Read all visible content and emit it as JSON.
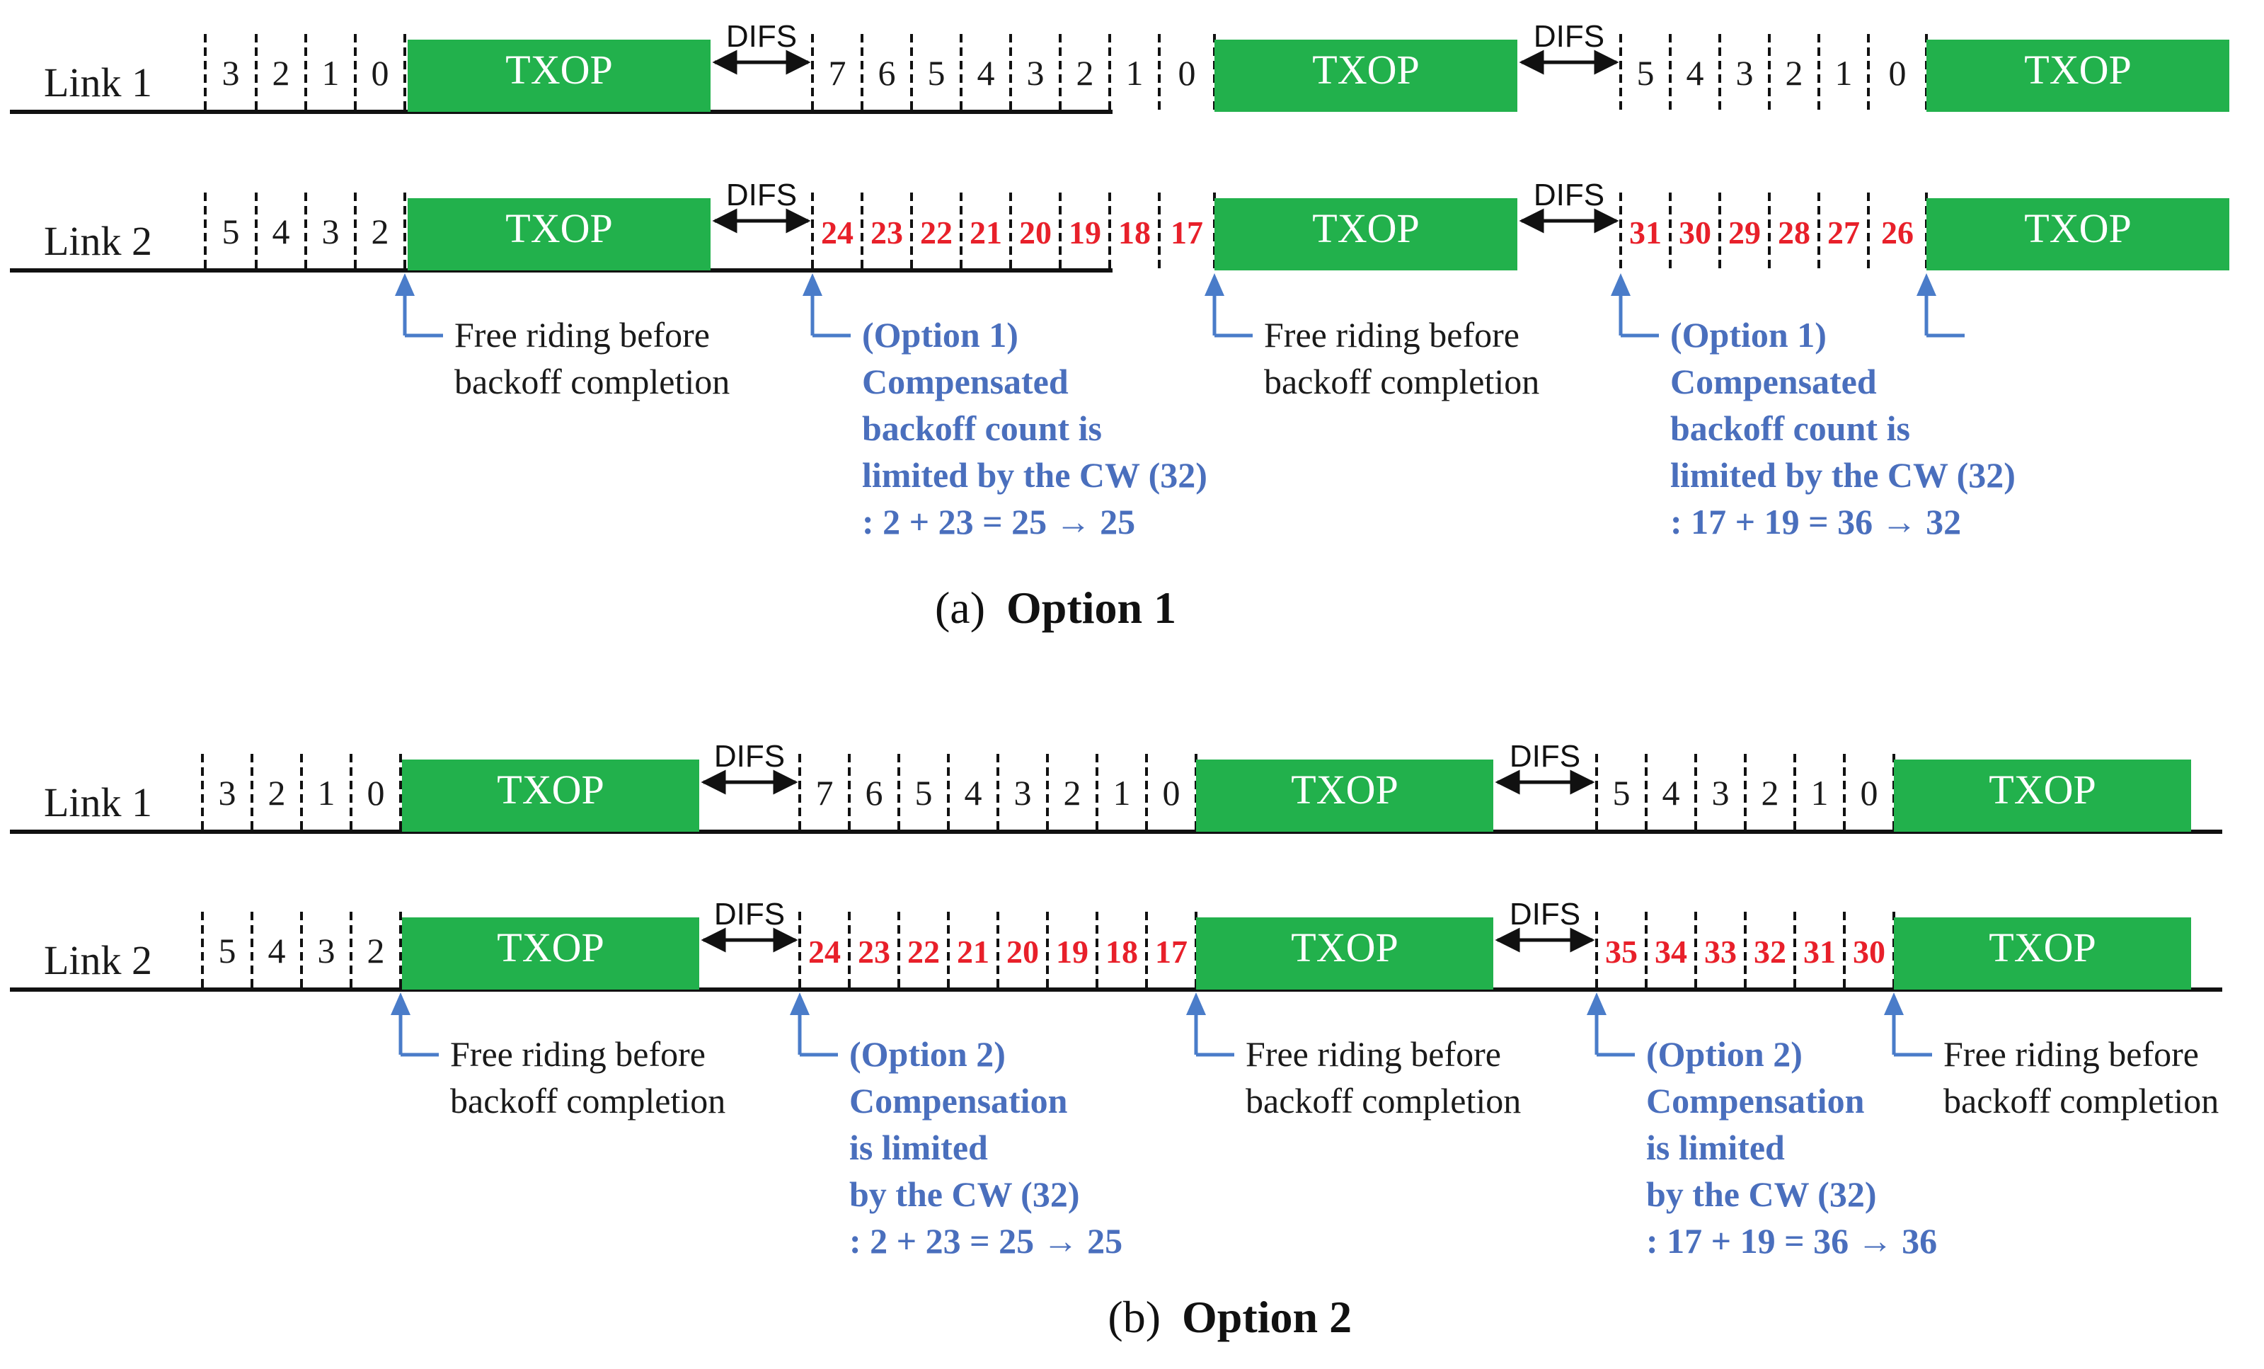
{
  "colors": {
    "txop": "#22b14c",
    "red_count": "#e8202a",
    "annotation": "#4a6fbd",
    "arrow": "#4a7cc9"
  },
  "panels": [
    {
      "caption_id": "(a)",
      "caption_title": "Option 1",
      "link1": {
        "label": "Link 1",
        "counts_a": [
          "3",
          "2",
          "1",
          "0"
        ],
        "txop_label": "TXOP",
        "difs_label": "DIFS",
        "counts_b": [
          "7",
          "6",
          "5",
          "4",
          "3",
          "2",
          "1",
          "0"
        ],
        "counts_c": [
          "5",
          "4",
          "3",
          "2",
          "1",
          "0"
        ]
      },
      "link2": {
        "label": "Link 2",
        "counts_a": [
          "5",
          "4",
          "3",
          "2"
        ],
        "txop_label": "TXOP",
        "difs_label": "DIFS",
        "counts_b": [
          "24",
          "23",
          "22",
          "21",
          "20",
          "19",
          "18",
          "17"
        ],
        "counts_c": [
          "31",
          "30",
          "29",
          "28",
          "27",
          "26"
        ]
      },
      "annotations": [
        {
          "lines": [
            "Free riding before",
            "backoff completion"
          ],
          "style": "plain"
        },
        {
          "lines": [
            "(Option 1)",
            "Compensated",
            "backoff count is",
            "limited by the CW (32)",
            ": 2 + 23 = 25 → 25"
          ],
          "style": "bold"
        },
        {
          "lines": [
            "Free riding before",
            "backoff completion"
          ],
          "style": "plain"
        },
        {
          "lines": [
            "(Option 1)",
            "Compensated",
            "backoff count is",
            "limited by the CW (32)",
            ": 17 + 19 = 36 → 32"
          ],
          "style": "bold"
        },
        {
          "lines": [],
          "style": "plain"
        }
      ]
    },
    {
      "caption_id": "(b)",
      "caption_title": "Option 2",
      "link1": {
        "label": "Link 1",
        "counts_a": [
          "3",
          "2",
          "1",
          "0"
        ],
        "txop_label": "TXOP",
        "difs_label": "DIFS",
        "counts_b": [
          "7",
          "6",
          "5",
          "4",
          "3",
          "2",
          "1",
          "0"
        ],
        "counts_c": [
          "5",
          "4",
          "3",
          "2",
          "1",
          "0"
        ]
      },
      "link2": {
        "label": "Link 2",
        "counts_a": [
          "5",
          "4",
          "3",
          "2"
        ],
        "txop_label": "TXOP",
        "difs_label": "DIFS",
        "counts_b": [
          "24",
          "23",
          "22",
          "21",
          "20",
          "19",
          "18",
          "17"
        ],
        "counts_c": [
          "35",
          "34",
          "33",
          "32",
          "31",
          "30"
        ]
      },
      "annotations": [
        {
          "lines": [
            "Free riding before",
            "backoff completion"
          ],
          "style": "plain"
        },
        {
          "lines": [
            "(Option 2)",
            "Compensation",
            "is limited",
            "by the CW (32)",
            ": 2 + 23 = 25 → 25"
          ],
          "style": "bold"
        },
        {
          "lines": [
            "Free riding before",
            "backoff completion"
          ],
          "style": "plain"
        },
        {
          "lines": [
            "(Option 2)",
            "Compensation",
            "is limited",
            "by the CW (32)",
            ": 17 + 19 = 36 → 36"
          ],
          "style": "bold"
        },
        {
          "lines": [
            "Free riding before",
            "backoff completion"
          ],
          "style": "plain"
        }
      ]
    }
  ]
}
